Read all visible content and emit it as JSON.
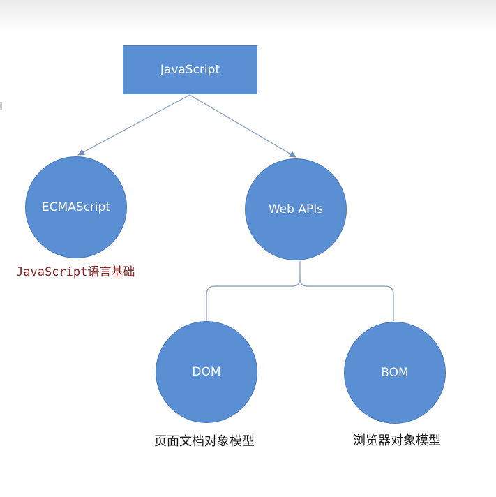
{
  "diagram": {
    "root": {
      "label": "JavaScript"
    },
    "ecmascript": {
      "label": "ECMAScript",
      "caption": "JavaScript语言基础"
    },
    "webapis": {
      "label": "Web APIs"
    },
    "dom": {
      "label": "DOM",
      "caption": "页面文档对象模型"
    },
    "bom": {
      "label": "BOM",
      "caption": "浏览器对象模型"
    }
  },
  "colors": {
    "node_fill": "#5b8fd4",
    "node_border": "#4a78b8",
    "connector": "#8fa8c8",
    "caption_red": "#8b2323"
  }
}
